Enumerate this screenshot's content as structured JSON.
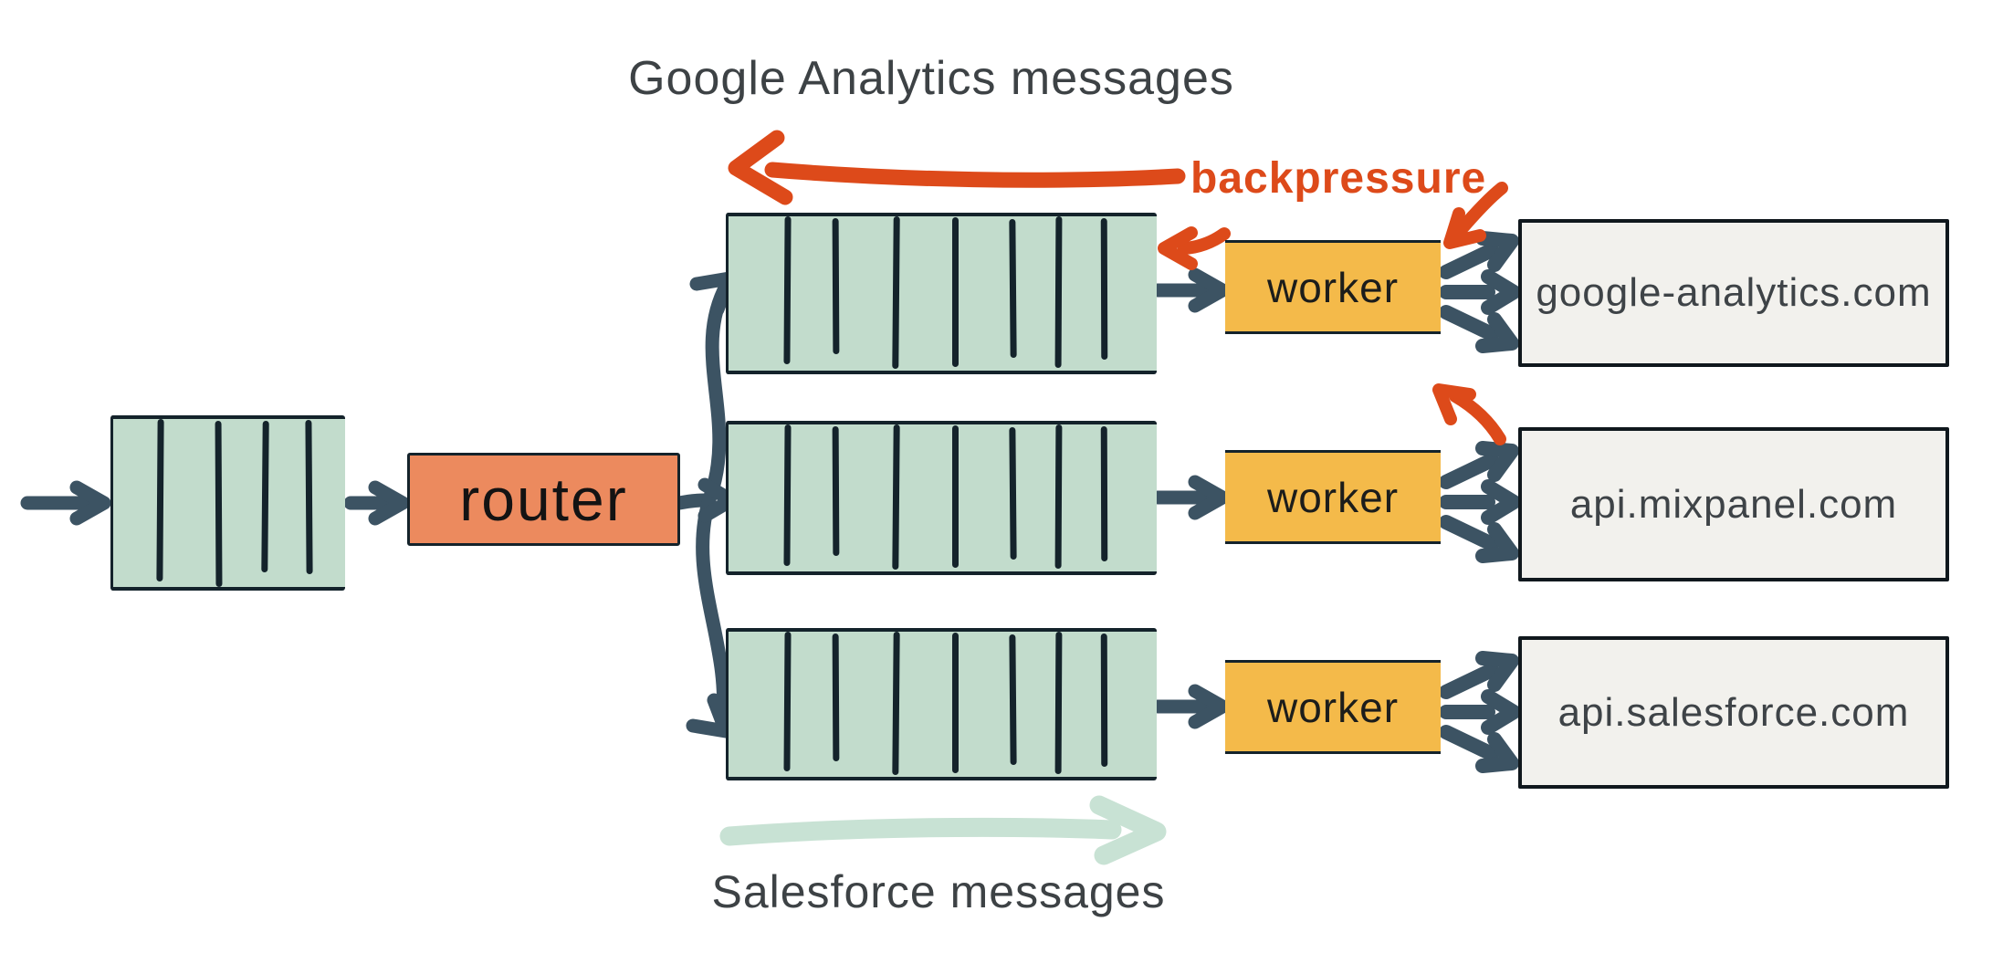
{
  "colors": {
    "background": "#ffffff",
    "queue_fill": "#c2dccc",
    "queue_line": "#14232b",
    "router_fill": "#ec8a5e",
    "worker_fill": "#f4ba4a",
    "endpoint_fill": "#f2f1ed",
    "endpoint_border": "#10181d",
    "arrow_dark": "#3c5363",
    "arrow_red": "#dd4a1a",
    "arrow_teal": "#c8e2d4",
    "label_gray": "#3d4245",
    "box_text": "#1c1d1b"
  },
  "header": {
    "title": "Google Analytics messages"
  },
  "backpressure": {
    "label": "backpressure"
  },
  "footer": {
    "label": "Salesforce messages"
  },
  "pipeline": {
    "input_queue": {
      "cells": 5
    },
    "router": {
      "label": "router"
    },
    "rows": [
      {
        "queue_cells": 8,
        "worker": {
          "label": "worker"
        },
        "endpoint": {
          "label": "google-analytics.com"
        }
      },
      {
        "queue_cells": 8,
        "worker": {
          "label": "worker"
        },
        "endpoint": {
          "label": "api.mixpanel.com"
        }
      },
      {
        "queue_cells": 8,
        "worker": {
          "label": "worker"
        },
        "endpoint": {
          "label": "api.salesforce.com"
        }
      }
    ]
  }
}
